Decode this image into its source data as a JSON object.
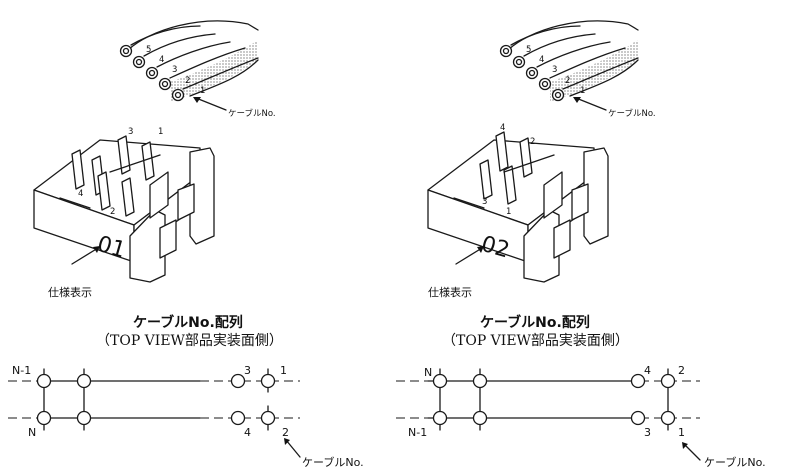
{
  "left": {
    "cable_numbers": [
      "5",
      "4",
      "3",
      "2",
      "1"
    ],
    "cable_label": "ケーブルNo.",
    "pin_labels": {
      "top_a": "3",
      "top_b": "1",
      "bottom_a": "4",
      "bottom_b": "2"
    },
    "marking": "01",
    "spec_label": "仕様表示",
    "title": "ケーブルNo.配列",
    "subtitle": "（TOP VIEW部品実装面側）",
    "grid": {
      "top_left": "N-1",
      "bottom_left": "N",
      "top_mid": "3",
      "top_right": "1",
      "bottom_mid": "4",
      "bottom_right": "2"
    },
    "grid_cable_label": "ケーブルNo."
  },
  "right": {
    "cable_numbers": [
      "5",
      "4",
      "3",
      "2",
      "1"
    ],
    "cable_label": "ケーブルNo.",
    "pin_labels": {
      "top_a": "4",
      "top_b": "2",
      "bottom_a": "3",
      "bottom_b": "1"
    },
    "marking": "02",
    "spec_label": "仕様表示",
    "title": "ケーブルNo.配列",
    "subtitle": "（TOP VIEW部品実装面側）",
    "grid": {
      "top_left": "N",
      "bottom_left": "N-1",
      "top_mid": "4",
      "top_right": "2",
      "bottom_mid": "3",
      "bottom_right": "1"
    },
    "grid_cable_label": "ケーブルNo."
  }
}
